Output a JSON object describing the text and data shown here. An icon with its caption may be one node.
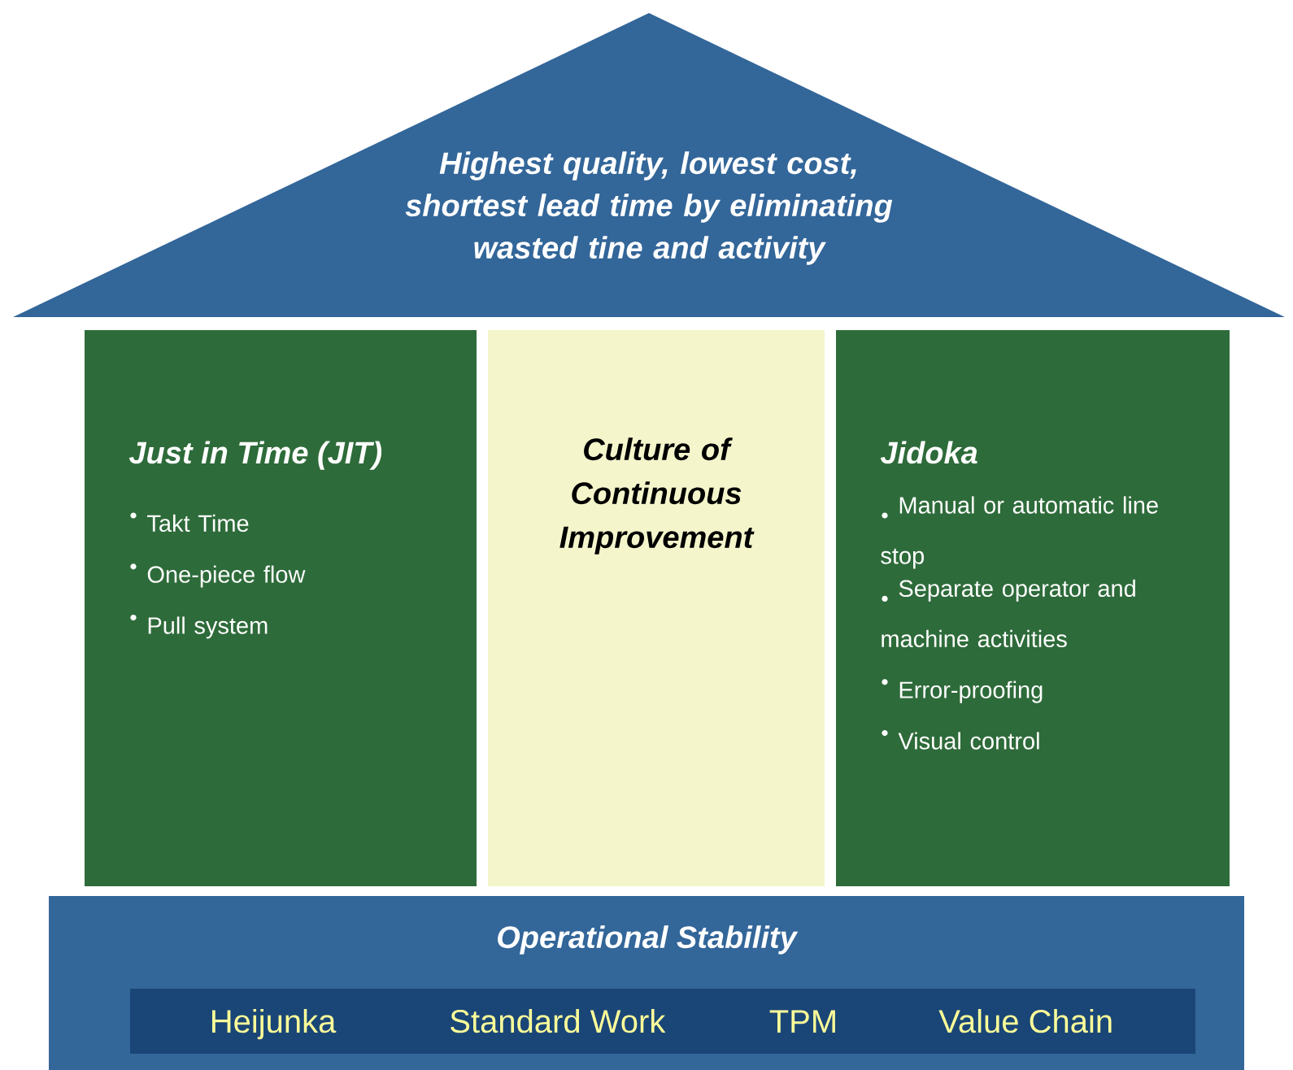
{
  "diagram": {
    "nodes": [
      {
        "text": [
          "Highest quality, lowest cost, shortest lead time by eliminating wasted tine and activity"
        ]
      },
      {
        "text": [
          "Just in Time (JIT)",
          "Takt Time",
          "One-piece flow",
          "Pull system"
        ]
      },
      {
        "text": [
          "Culture of Continuous Improvement"
        ]
      },
      {
        "text": [
          "Jidoka",
          "Manual or automatic line stop",
          "Separate operator and machine activities",
          "Error-proofing",
          "Visual control"
        ]
      },
      {
        "text": [
          "Operational Stability"
        ]
      },
      {
        "text": [
          "Heijunka",
          "Standard Work",
          "TPM",
          "Value Chain"
        ],
        "in": 4
      }
    ]
  }
}
